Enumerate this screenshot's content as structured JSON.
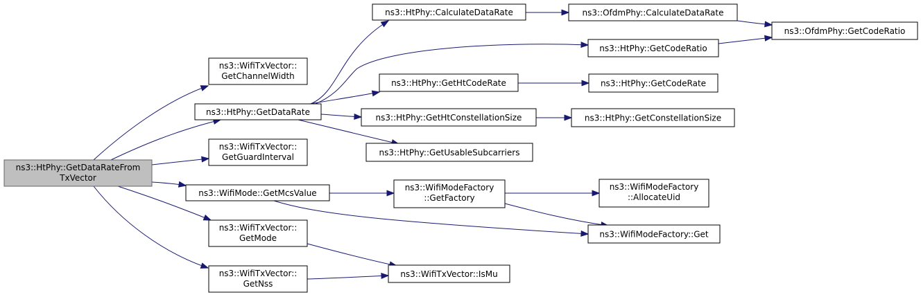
{
  "graph": {
    "nodes": [
      {
        "id": "root",
        "lines": [
          "ns3::HtPhy::GetDataRateFrom",
          "TxVector"
        ],
        "root": true
      },
      {
        "id": "getChannelWidth",
        "lines": [
          "ns3::WifiTxVector::",
          "GetChannelWidth"
        ]
      },
      {
        "id": "getDataRate",
        "lines": [
          "ns3::HtPhy::GetDataRate"
        ]
      },
      {
        "id": "getGuardInterval",
        "lines": [
          "ns3::WifiTxVector::",
          "GetGuardInterval"
        ]
      },
      {
        "id": "getMcsValue",
        "lines": [
          "ns3::WifiMode::GetMcsValue"
        ]
      },
      {
        "id": "getMode",
        "lines": [
          "ns3::WifiTxVector::",
          "GetMode"
        ]
      },
      {
        "id": "getNss",
        "lines": [
          "ns3::WifiTxVector::",
          "GetNss"
        ]
      },
      {
        "id": "htCalcDataRate",
        "lines": [
          "ns3::HtPhy::CalculateDataRate"
        ]
      },
      {
        "id": "htGetCodeRatio",
        "lines": [
          "ns3::HtPhy::GetCodeRatio"
        ]
      },
      {
        "id": "getHtCodeRate",
        "lines": [
          "ns3::HtPhy::GetHtCodeRate"
        ]
      },
      {
        "id": "getHtConstSize",
        "lines": [
          "ns3::HtPhy::GetHtConstellationSize"
        ]
      },
      {
        "id": "getUsableSubcarriers",
        "lines": [
          "ns3::HtPhy::GetUsableSubcarriers"
        ]
      },
      {
        "id": "getFactory",
        "lines": [
          "ns3::WifiModeFactory",
          "::GetFactory"
        ]
      },
      {
        "id": "isMu",
        "lines": [
          "ns3::WifiTxVector::IsMu"
        ]
      },
      {
        "id": "ofdmCalcDataRate",
        "lines": [
          "ns3::OfdmPhy::CalculateDataRate"
        ]
      },
      {
        "id": "ofdmGetCodeRatio",
        "lines": [
          "ns3::OfdmPhy::GetCodeRatio"
        ]
      },
      {
        "id": "getCodeRate",
        "lines": [
          "ns3::HtPhy::GetCodeRate"
        ]
      },
      {
        "id": "getConstSize",
        "lines": [
          "ns3::HtPhy::GetConstellationSize"
        ]
      },
      {
        "id": "allocateUid",
        "lines": [
          "ns3::WifiModeFactory",
          "::AllocateUid"
        ]
      },
      {
        "id": "wmfGet",
        "lines": [
          "ns3::WifiModeFactory::Get"
        ]
      }
    ],
    "edges": [
      {
        "from": "root",
        "to": "getChannelWidth"
      },
      {
        "from": "root",
        "to": "getDataRate"
      },
      {
        "from": "root",
        "to": "getGuardInterval"
      },
      {
        "from": "root",
        "to": "getMcsValue"
      },
      {
        "from": "root",
        "to": "getMode"
      },
      {
        "from": "root",
        "to": "getNss"
      },
      {
        "from": "getDataRate",
        "to": "htCalcDataRate"
      },
      {
        "from": "getDataRate",
        "to": "htGetCodeRatio"
      },
      {
        "from": "getDataRate",
        "to": "getHtCodeRate"
      },
      {
        "from": "getDataRate",
        "to": "getHtConstSize"
      },
      {
        "from": "getDataRate",
        "to": "getUsableSubcarriers"
      },
      {
        "from": "htCalcDataRate",
        "to": "ofdmCalcDataRate"
      },
      {
        "from": "ofdmCalcDataRate",
        "to": "ofdmGetCodeRatio"
      },
      {
        "from": "htGetCodeRatio",
        "to": "ofdmGetCodeRatio"
      },
      {
        "from": "getHtCodeRate",
        "to": "getCodeRate"
      },
      {
        "from": "getHtConstSize",
        "to": "getConstSize"
      },
      {
        "from": "getMcsValue",
        "to": "getFactory"
      },
      {
        "from": "getMcsValue",
        "to": "wmfGet"
      },
      {
        "from": "getFactory",
        "to": "allocateUid"
      },
      {
        "from": "getFactory",
        "to": "wmfGet"
      },
      {
        "from": "getMode",
        "to": "isMu"
      },
      {
        "from": "getNss",
        "to": "isMu"
      }
    ]
  }
}
